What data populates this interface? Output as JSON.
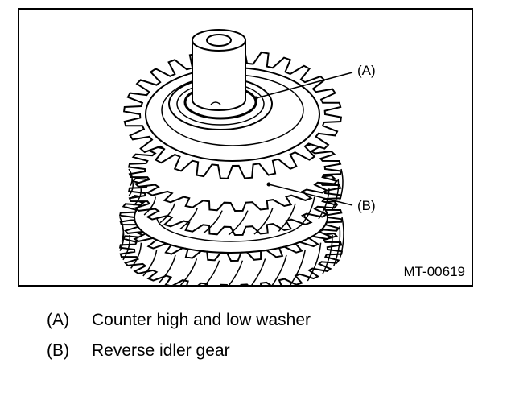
{
  "figure": {
    "code": "MT-00619",
    "callouts": [
      {
        "key": "(A)",
        "target": "counter-high-and-low-washer"
      },
      {
        "key": "(B)",
        "target": "reverse-idler-gear"
      }
    ]
  },
  "legend": [
    {
      "key": "(A)",
      "text": "Counter high and low washer"
    },
    {
      "key": "(B)",
      "text": "Reverse idler gear"
    }
  ]
}
